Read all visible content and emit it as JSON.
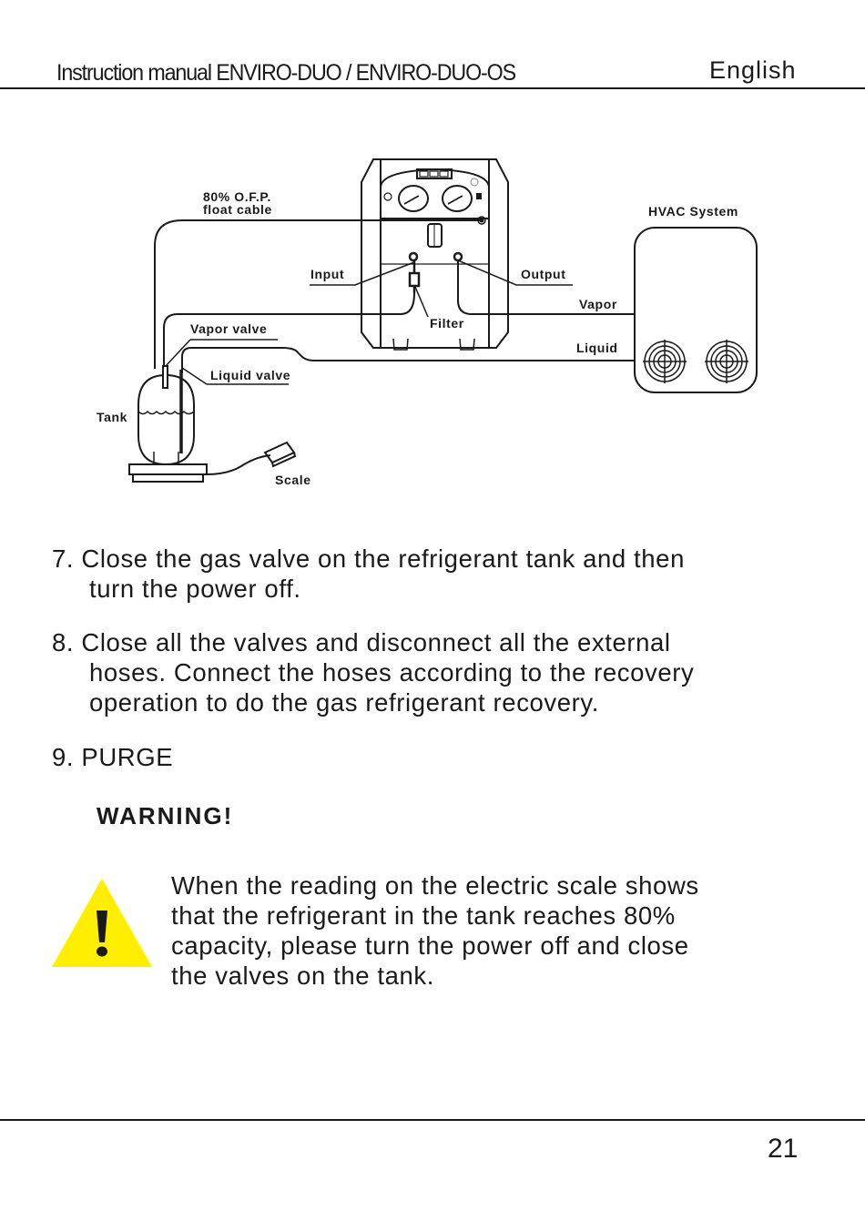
{
  "header": {
    "title": "Instruction manual ENVIRO-DUO / ENVIRO-DUO-OS",
    "language": "English"
  },
  "diagram": {
    "labels": {
      "ofp_line1": "80% O.F.P.",
      "ofp_line2": "float cable",
      "input": "Input",
      "output": "Output",
      "filter": "Filter",
      "vapor_valve": "Vapor valve",
      "liquid_valve": "Liquid valve",
      "tank": "Tank",
      "scale": "Scale",
      "hvac": "HVAC System",
      "vapor": "Vapor",
      "liquid": "Liquid"
    }
  },
  "steps": [
    {
      "number": "7.",
      "line1": "Close the gas valve on the refrigerant tank and then",
      "rest": [
        "turn the power off."
      ]
    },
    {
      "number": "8.",
      "line1": "Close all the valves and disconnect all the external",
      "rest": [
        "hoses. Connect the hoses according to the recovery",
        "operation to do the gas refrigerant recovery."
      ]
    },
    {
      "number": "9.",
      "line1": "PURGE",
      "rest": []
    }
  ],
  "warning": {
    "heading": "WARNING!",
    "icon": "warning-triangle-icon",
    "icon_color": "#ffee00",
    "lines": [
      "When the reading on the electric scale shows",
      "that the refrigerant in the tank reaches 80%",
      "capacity, please turn the power off and close",
      "the valves on the tank."
    ]
  },
  "footer": {
    "page_number": "21"
  }
}
